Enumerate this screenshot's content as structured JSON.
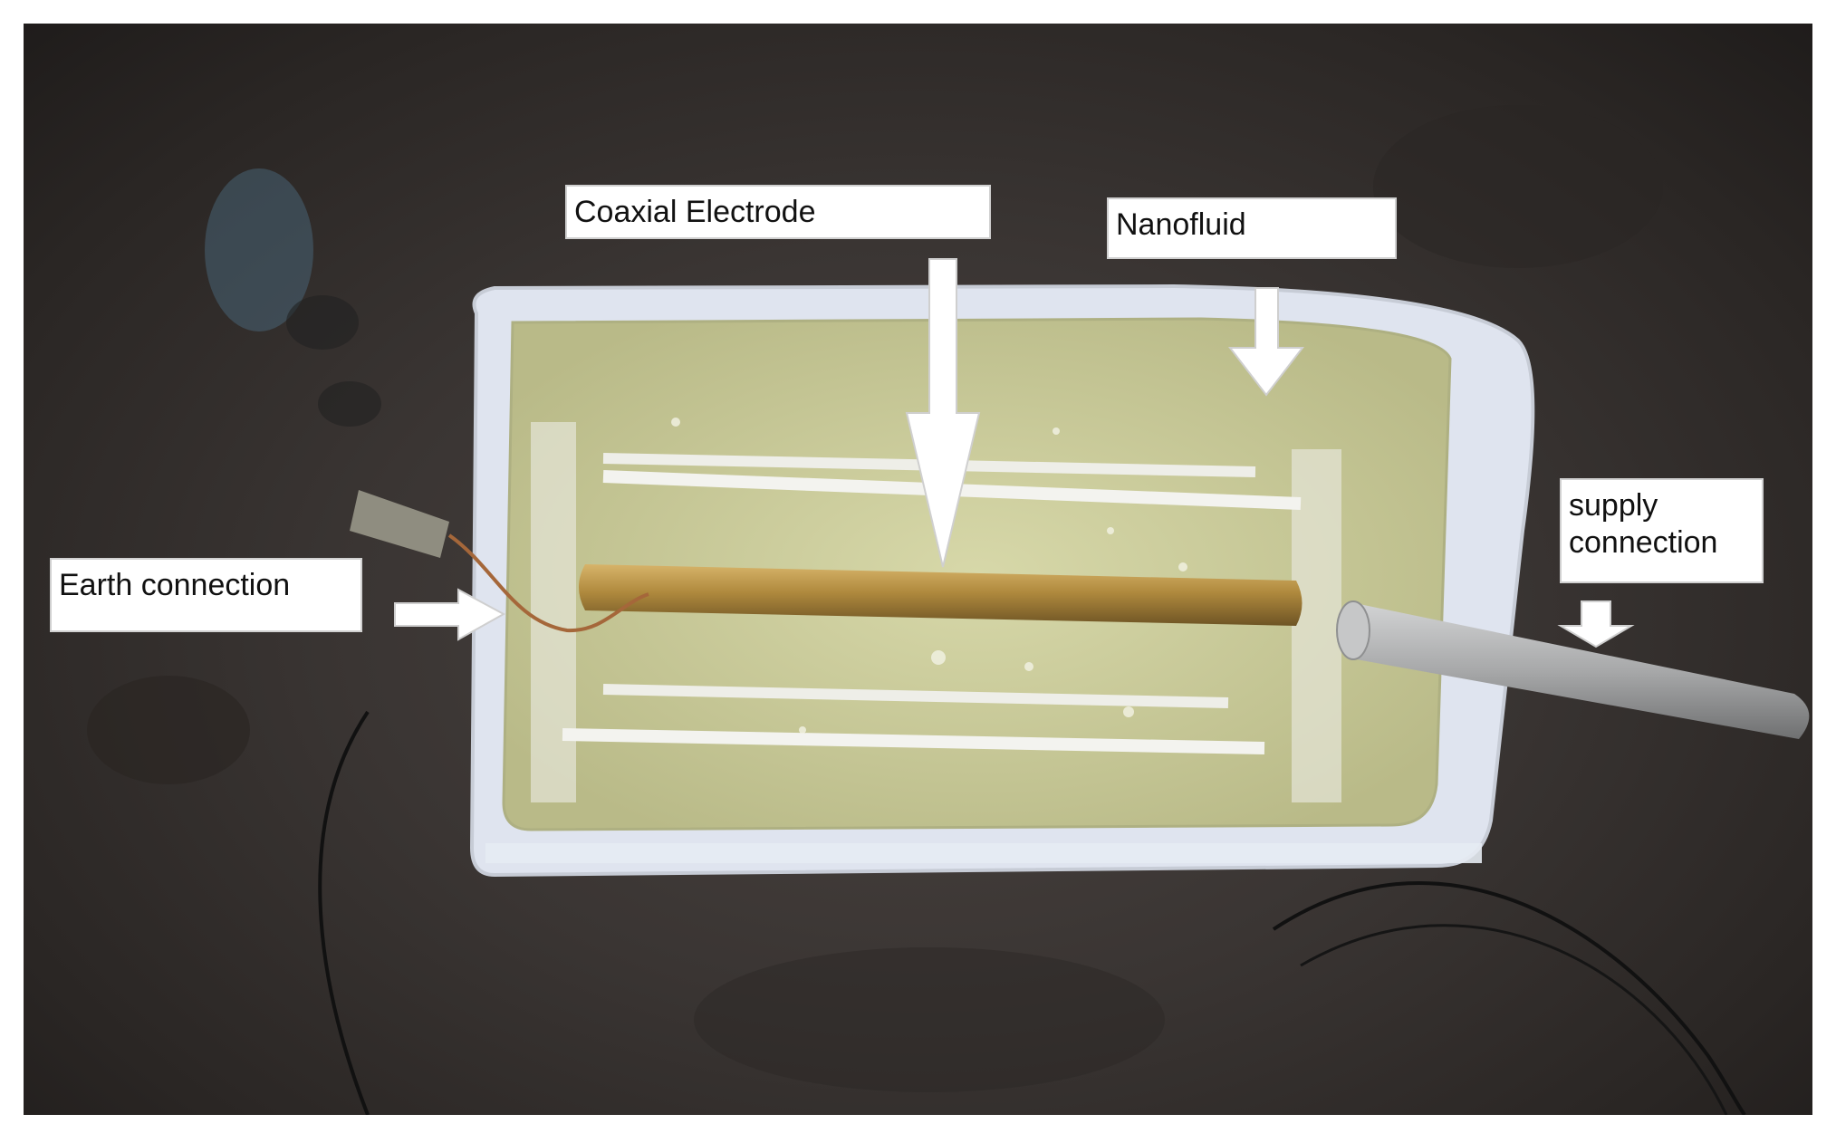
{
  "labels": {
    "coaxial_electrode": "Coaxial Electrode",
    "nanofluid": "Nanofluid",
    "earth_connection": "Earth connection",
    "supply_connection_line1": "supply",
    "supply_connection_line2": "connection"
  },
  "colors": {
    "floor": "#3a3533",
    "fluid": "#cfcf9e",
    "container": "#dfe4ef",
    "electrode": "#b08a3e",
    "rod": "#e9e9e4",
    "pipe": "#a7a8a9",
    "arrow": "#ffffff"
  }
}
